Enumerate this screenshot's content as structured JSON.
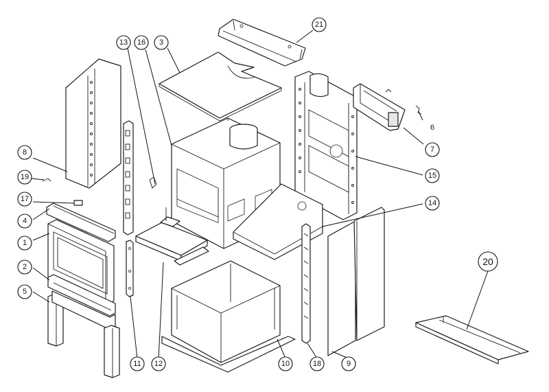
{
  "diagram": {
    "callouts": [
      {
        "id": "21",
        "label": "21"
      },
      {
        "id": "13",
        "label": "13"
      },
      {
        "id": "16",
        "label": "16"
      },
      {
        "id": "3",
        "label": "3"
      },
      {
        "id": "6",
        "label": "6"
      },
      {
        "id": "7",
        "label": "7"
      },
      {
        "id": "15",
        "label": "15"
      },
      {
        "id": "8",
        "label": "8"
      },
      {
        "id": "19",
        "label": "19"
      },
      {
        "id": "17",
        "label": "17"
      },
      {
        "id": "4",
        "label": "4"
      },
      {
        "id": "1",
        "label": "1"
      },
      {
        "id": "2",
        "label": "2"
      },
      {
        "id": "5",
        "label": "5"
      },
      {
        "id": "14",
        "label": "14"
      },
      {
        "id": "20",
        "label": "20"
      },
      {
        "id": "11",
        "label": "11"
      },
      {
        "id": "12",
        "label": "12"
      },
      {
        "id": "10",
        "label": "10"
      },
      {
        "id": "18",
        "label": "18"
      },
      {
        "id": "9",
        "label": "9"
      }
    ]
  }
}
